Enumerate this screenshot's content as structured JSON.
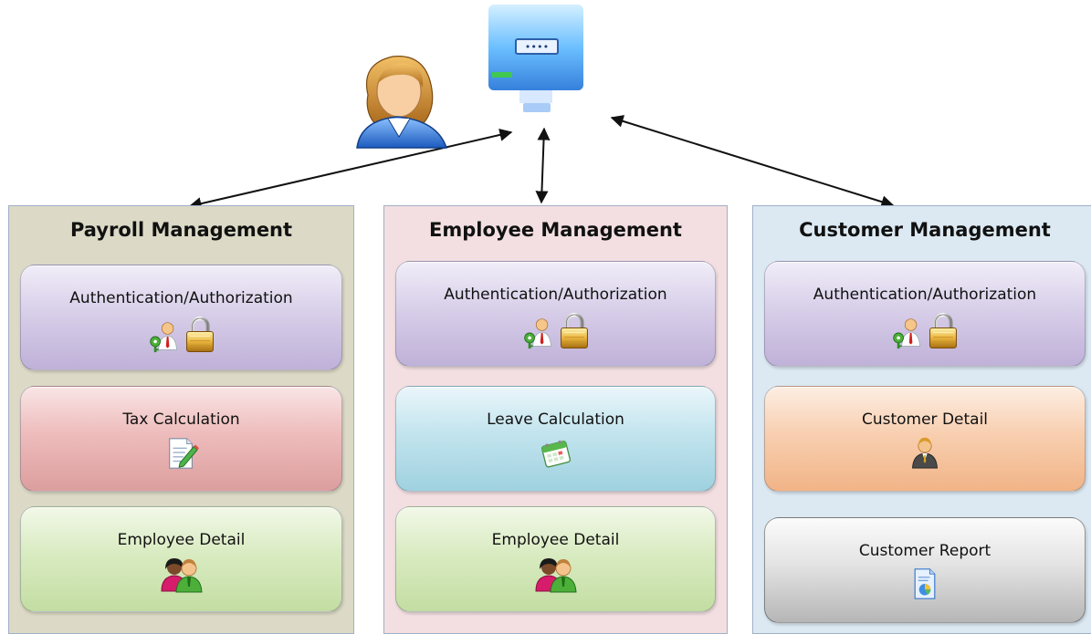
{
  "columns": [
    {
      "title": "Payroll Management",
      "cards": [
        {
          "label": "Authentication/Authorization",
          "icons": [
            "user-key-icon",
            "padlock-icon"
          ]
        },
        {
          "label": "Tax Calculation",
          "icons": [
            "document-edit-icon"
          ]
        },
        {
          "label": "Employee Detail",
          "icons": [
            "two-employees-icon"
          ]
        }
      ]
    },
    {
      "title": "Employee Management",
      "cards": [
        {
          "label": "Authentication/Authorization",
          "icons": [
            "user-key-icon",
            "padlock-icon"
          ]
        },
        {
          "label": "Leave Calculation",
          "icons": [
            "calendar-icon"
          ]
        },
        {
          "label": "Employee Detail",
          "icons": [
            "two-employees-icon"
          ]
        }
      ]
    },
    {
      "title": "Customer Management",
      "cards": [
        {
          "label": "Authentication/Authorization",
          "icons": [
            "user-key-icon",
            "padlock-icon"
          ]
        },
        {
          "label": "Customer Detail",
          "icons": [
            "customer-person-icon"
          ]
        },
        {
          "label": "Customer Report",
          "icons": [
            "report-chart-icon"
          ]
        }
      ]
    }
  ],
  "top": {
    "icons": [
      "user-avatar-icon",
      "computer-monitor-icon"
    ],
    "password_mask": "••••"
  },
  "colors": {
    "payroll_panel": "#dcdac6",
    "employee_panel": "#f3dfe1",
    "customer_panel": "#dce9f3",
    "auth_card": "#d8cfe9",
    "tax_card": "#eebcbc",
    "detail_card": "#d9ebc1",
    "leave_card": "#c2e4ee",
    "customer_detail_card": "#f8cfb0",
    "customer_report_card": "#e3e3e3"
  }
}
